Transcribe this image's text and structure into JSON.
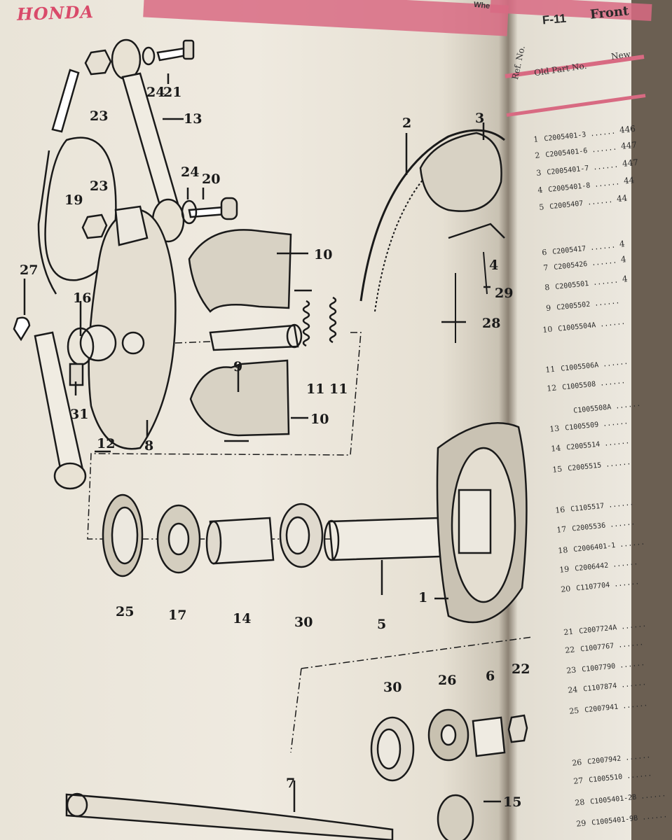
{
  "brand": "HONDA",
  "header_fragment": "Whe",
  "page": {
    "section": "F-11",
    "title": "Front"
  },
  "columns": {
    "ref_no": "Ref. No.",
    "old_part": "Old Part No.",
    "new_part": "New"
  },
  "diagram": {
    "callouts": [
      "1",
      "2",
      "3",
      "4",
      "5",
      "6",
      "7",
      "8",
      "9",
      "10",
      "10",
      "11",
      "11",
      "12",
      "13",
      "14",
      "15",
      "16",
      "17",
      "19",
      "20",
      "21",
      "22",
      "23",
      "23",
      "24",
      "24",
      "25",
      "26",
      "27",
      "28",
      "29",
      "30",
      "30",
      "31"
    ]
  },
  "parts": [
    {
      "ref": "1",
      "old": "C2005401-3",
      "new": "446"
    },
    {
      "ref": "2",
      "old": "C2005401-6",
      "new": "447"
    },
    {
      "ref": "3",
      "old": "C2005401-7",
      "new": "447"
    },
    {
      "ref": "4",
      "old": "C2005401-8",
      "new": "44"
    },
    {
      "ref": "5",
      "old": "C2005407",
      "new": "44"
    },
    {
      "ref": "6",
      "old": "C2005417",
      "new": "4"
    },
    {
      "ref": "7",
      "old": "C2005426",
      "new": "4"
    },
    {
      "ref": "8",
      "old": "C2005501",
      "new": "4"
    },
    {
      "ref": "9",
      "old": "C2005502",
      "new": ""
    },
    {
      "ref": "10",
      "old": "C1005504A",
      "new": ""
    },
    {
      "ref": "11",
      "old": "C1005506A",
      "new": ""
    },
    {
      "ref": "12",
      "old": "C1005508",
      "new": ""
    },
    {
      "ref": "",
      "old": "C1005508A",
      "new": ""
    },
    {
      "ref": "13",
      "old": "C1005509",
      "new": ""
    },
    {
      "ref": "14",
      "old": "C2005514",
      "new": ""
    },
    {
      "ref": "15",
      "old": "C2005515",
      "new": ""
    },
    {
      "ref": "16",
      "old": "C1105517",
      "new": ""
    },
    {
      "ref": "17",
      "old": "C2005536",
      "new": ""
    },
    {
      "ref": "18",
      "old": "C2006401-1",
      "new": ""
    },
    {
      "ref": "19",
      "old": "C2006442",
      "new": ""
    },
    {
      "ref": "20",
      "old": "C1107704",
      "new": ""
    },
    {
      "ref": "21",
      "old": "C2007724A",
      "new": ""
    },
    {
      "ref": "22",
      "old": "C1007767",
      "new": ""
    },
    {
      "ref": "23",
      "old": "C1007790",
      "new": ""
    },
    {
      "ref": "24",
      "old": "C1107874",
      "new": ""
    },
    {
      "ref": "25",
      "old": "C2007941",
      "new": ""
    },
    {
      "ref": "26",
      "old": "C2007942",
      "new": ""
    },
    {
      "ref": "27",
      "old": "C1005510",
      "new": ""
    },
    {
      "ref": "28",
      "old": "C1005401-2B",
      "new": ""
    },
    {
      "ref": "29",
      "old": "C1005401-9B",
      "new": ""
    }
  ],
  "colors": {
    "accent_pink": "#d86a82",
    "paper": "#ece8df",
    "ink": "#1a1a1a"
  }
}
